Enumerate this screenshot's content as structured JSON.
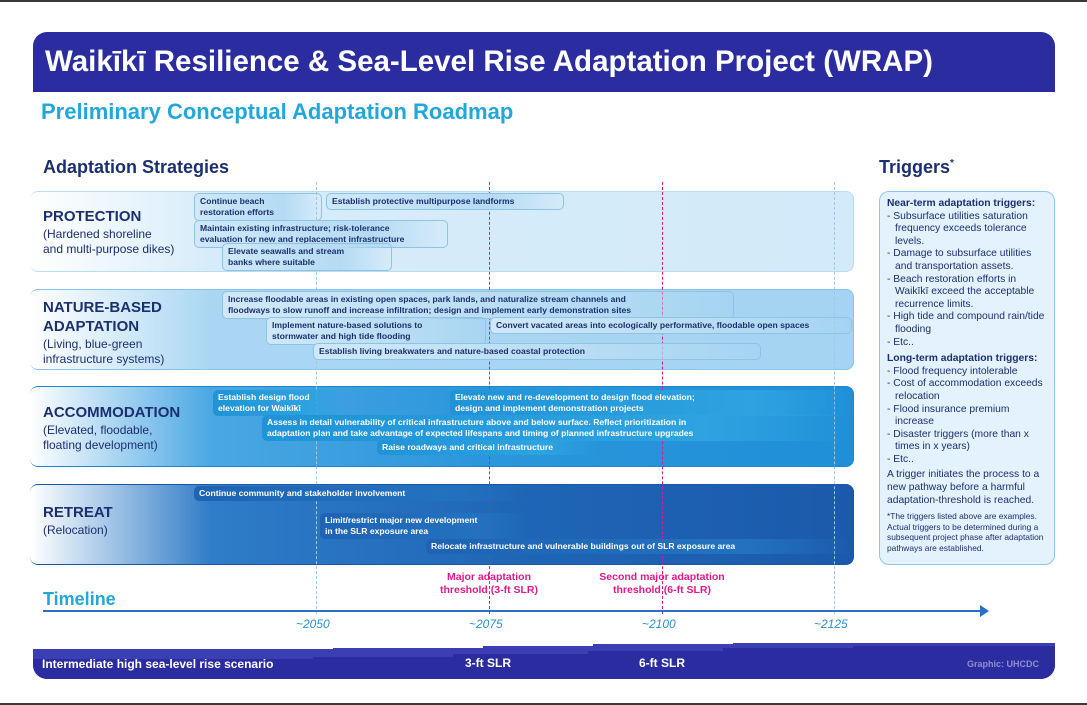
{
  "title": "Waikīkī Resilience & Sea-Level Rise Adaptation Project (WRAP)",
  "subtitle": "Preliminary Conceptual Adaptation Roadmap",
  "strategies_heading": "Adaptation Strategies",
  "triggers_heading": "Triggers",
  "triggers_star": "*",
  "categories": [
    {
      "title": "PROTECTION",
      "subtitle": "(Hardened shoreline\nand multi-purpose dikes)"
    },
    {
      "title": "NATURE-BASED\nADAPTATION",
      "subtitle": "(Living, blue-green\ninfrastructure systems)"
    },
    {
      "title": "ACCOMMODATION",
      "subtitle": "(Elevated, floodable,\nfloating development)"
    },
    {
      "title": "RETREAT",
      "subtitle": "(Relocation)"
    }
  ],
  "actions": [
    "Continue beach\nrestoration efforts",
    "Establish protective multipurpose landforms",
    "Maintain existing infrastructure; risk-tolerance\nevaluation for new and replacement infrastructure",
    "Elevate seawalls and stream\nbanks where suitable",
    "Increase floodable areas in existing open spaces, park lands, and naturalize stream channels and\nfloodways to slow runoff and increase infiltration; design and implement early demonstration sites",
    "Implement nature-based solutions to\nstormwater and high tide flooding",
    "Convert vacated areas into ecologically performative, floodable open spaces",
    "Establish living breakwaters and nature-based coastal protection",
    "Establish design flood\nelevation for Waikīkī",
    "Elevate new and re-development to design flood elevation;\ndesign and implement demonstration projects",
    "Assess in detail vulnerability of critical infrastructure above and below surface. Reflect prioritization in\nadaptation plan and take advantage of expected lifespans and timing of planned infrastructure upgrades",
    "Raise roadways and critical infrastructure",
    "Continue community and stakeholder involvement",
    "Limit/restrict major new development\nin the SLR exposure area",
    "Relocate infrastructure and vulnerable buildings out of SLR exposure area"
  ],
  "thresholds": [
    {
      "label": "Major adaptation\nthreshold (3-ft SLR)"
    },
    {
      "label": "Second major adaptation\nthreshold (6-ft SLR)"
    }
  ],
  "timeline": {
    "label": "Timeline",
    "ticks": [
      "~2050",
      "~2075",
      "~2100",
      "~2125"
    ]
  },
  "bottom": {
    "scenario": "Intermediate high sea-level rise scenario",
    "slr3": "3-ft SLR",
    "slr6": "6-ft SLR",
    "credit": "Graphic: UHCDC"
  },
  "triggers": {
    "near_heading": "Near-term adaptation triggers:",
    "near": [
      "- Subsurface utilities saturation frequency exceeds tolerance levels.",
      "- Damage to subsurface utilities and transportation assets.",
      "- Beach restoration efforts in Waikīkī exceed the acceptable recurrence limits.",
      "- High tide and compound rain/tide flooding",
      "- Etc.."
    ],
    "long_heading": "Long-term adaptation triggers:",
    "long": [
      "- Flood frequency intolerable",
      "- Cost of accommodation exceeds relocation",
      "- Flood insurance premium increase",
      "- Disaster triggers (more than x times in x years)",
      "- Etc.."
    ],
    "initiates": "A trigger initiates the process to a new pathway before a harmful adaptation-threshold is reached.",
    "note": "*The triggers listed above are examples. Actual triggers to be determined during a subsequent project phase after adaptation pathways are established."
  },
  "colors": {
    "navy": "#2a2ca0",
    "cyan": "#21a7dc",
    "magenta": "#e0198a",
    "text": "#1c2f6e"
  }
}
